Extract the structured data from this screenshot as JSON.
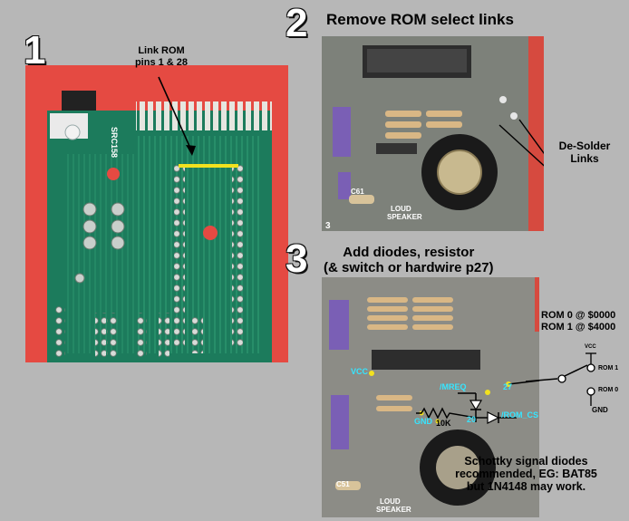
{
  "panel1": {
    "step_number": "1",
    "callout": [
      "Link ROM",
      "pins 1 & 28"
    ],
    "board_silkscreen": "SRC158"
  },
  "panel2": {
    "step_number": "2",
    "title": "Remove ROM select links",
    "callout": [
      "De-Solder",
      "Links"
    ],
    "board_silkscreen": [
      "C61",
      "LOUD",
      "SPEAKER",
      "3"
    ]
  },
  "panel3": {
    "step_number": "3",
    "title": [
      "Add diodes, resistor",
      "(& switch or hardwire p27)"
    ],
    "rom_map": [
      "ROM 0 @ $0000",
      "ROM 1 @ $4000"
    ],
    "net_labels": {
      "vcc": "VCC",
      "mreq": "/MREQ",
      "pin27": "27",
      "pin20": "20",
      "rom_cs": "/ROM_CS",
      "gnd": "GND",
      "resistor": "10K"
    },
    "switch_labels": {
      "vcc": "VCC",
      "rom1": "ROM 1",
      "rom0": "ROM 0",
      "gnd": "GND"
    },
    "note": [
      "Schottky signal diodes",
      "recommended, EG: BAT85",
      "but 1N4148 may work."
    ],
    "board_silkscreen": [
      "C51",
      "LOUD",
      "SPEAKER"
    ]
  },
  "colors": {
    "background": "#b7b7b7",
    "pcb_green": "#1c7b5c",
    "pcb_grey": "#8c8c86",
    "link_yellow": "#f2e11f",
    "label_cyan": "#36e5ff"
  }
}
